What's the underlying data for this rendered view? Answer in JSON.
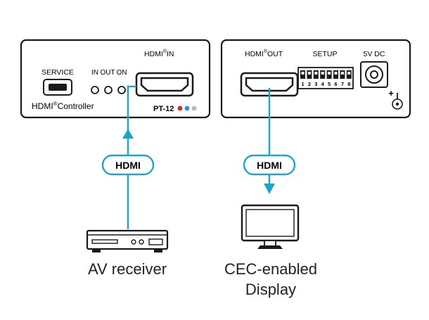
{
  "left_device": {
    "hdmi_in": {
      "prefix": "HDMI",
      "reg": "®",
      "suffix": "IN"
    },
    "service_label": "SERVICE",
    "led_labels": [
      "IN",
      "OUT",
      "ON"
    ],
    "controller": {
      "prefix": "HDMI",
      "reg": "®",
      "suffix": "Controller"
    },
    "model": "PT-12",
    "model_dots": [
      "#d8262a",
      "#2f8fd6",
      "#b8b8b8"
    ]
  },
  "right_device": {
    "hdmi_out": {
      "prefix": "HDMI",
      "reg": "®",
      "suffix": "OUT"
    },
    "setup_label": "SETUP",
    "setup_numbers": [
      "1",
      "2",
      "3",
      "4",
      "5",
      "6",
      "7",
      "8"
    ],
    "power_label": "5V DC",
    "polarity": "+"
  },
  "cables": {
    "left_label": "HDMI",
    "right_label": "HDMI",
    "color": "#1aa6c9"
  },
  "devices": {
    "source_caption": "AV receiver",
    "display_caption_line1": "CEC-enabled",
    "display_caption_line2": "Display"
  }
}
